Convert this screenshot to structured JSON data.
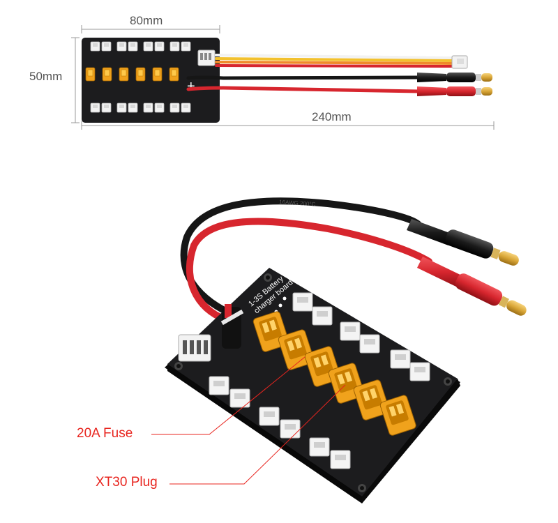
{
  "dimensions": {
    "width_label": "80mm",
    "height_label": "50mm",
    "cable_length_label": "240mm"
  },
  "callouts": {
    "fuse_label": "20A Fuse",
    "plug_label": "XT30 Plug"
  },
  "board_print": {
    "title_line1": "1-3S Battery",
    "title_line2": "charger board",
    "wire_print": "16AWG 200°C"
  },
  "colors": {
    "pcb": "#1c1c1e",
    "connector_white": "#f2f2f2",
    "xt30_yellow": "#f0a21c",
    "wire_red": "#d7262e",
    "wire_black": "#161616",
    "banana_gold": "#d9a637",
    "callout_red": "#e8251f"
  }
}
